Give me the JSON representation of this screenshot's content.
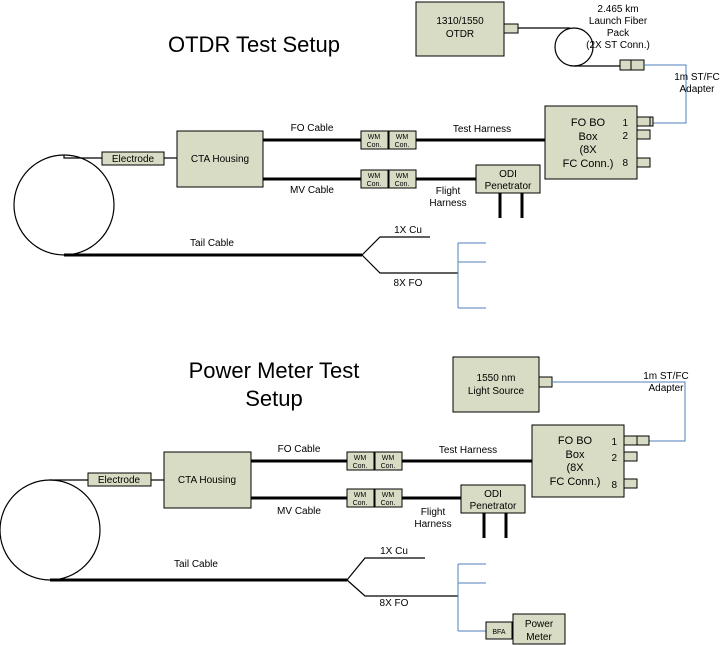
{
  "otdr": {
    "title": "OTDR Test Setup",
    "otdr_box": [
      "1310/1550",
      "OTDR"
    ],
    "launch_fiber": [
      "2.465 km",
      "Launch Fiber",
      "Pack",
      "(2X ST Conn.)"
    ],
    "adapter": [
      "1m ST/FC",
      "Adapter"
    ],
    "fobo": [
      "FO BO",
      "Box",
      "(8X",
      "FC Conn.)"
    ],
    "port_labels": [
      "1",
      "2",
      "8"
    ],
    "fo_cable": "FO Cable",
    "mv_cable": "MV Cable",
    "test_harness": "Test Harness",
    "flight_harness": [
      "Flight",
      "Harness"
    ],
    "wm": "WM",
    "con": "Con.",
    "odi": [
      "ODI",
      "Penetrator"
    ],
    "electrode": "Electrode",
    "cta": "CTA Housing",
    "tail_cable": "Tail Cable",
    "cu": "1X Cu",
    "fo8": "8X FO"
  },
  "power": {
    "title": [
      "Power Meter Test",
      "Setup"
    ],
    "light_source": [
      "1550 nm",
      "Light Source"
    ],
    "adapter": [
      "1m ST/FC",
      "Adapter"
    ],
    "fobo": [
      "FO BO",
      "Box",
      "(8X",
      "FC Conn.)"
    ],
    "port_labels": [
      "1",
      "2",
      "8"
    ],
    "fo_cable": "FO Cable",
    "mv_cable": "MV Cable",
    "test_harness": "Test Harness",
    "flight_harness": [
      "Flight",
      "Harness"
    ],
    "wm": "WM",
    "con": "Con.",
    "odi": [
      "ODI",
      "Penetrator"
    ],
    "electrode": "Electrode",
    "cta": "CTA Housing",
    "tail_cable": "Tail Cable",
    "cu": "1X Cu",
    "fo8": "8X FO",
    "bfa": "BFA",
    "power_meter": [
      "Power",
      "Meter"
    ]
  },
  "colors": {
    "box_fill": "#d9dcc4",
    "fiber": "#4f81bd",
    "line": "#000000"
  }
}
